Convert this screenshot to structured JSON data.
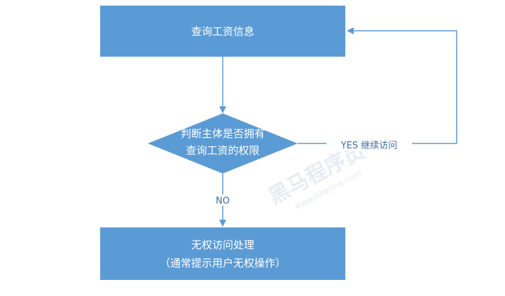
{
  "diagram": {
    "nodes": {
      "query": {
        "label": "查询工资信息"
      },
      "check": {
        "line1": "判断主体是否拥有",
        "line2": "查询工资的权限"
      },
      "deny": {
        "line1": "无权访问处理",
        "line2": "（通常提示用户无权操作）"
      }
    },
    "edges": {
      "yes": {
        "label": "YES 继续访问"
      },
      "no": {
        "label": "NO"
      }
    },
    "watermark": {
      "text": "黑马程序员",
      "sub": "www.itheima.com"
    },
    "colors": {
      "node_fill": "#5b9bd5",
      "arrow": "#5b9bd5",
      "label": "#3a6ea5"
    }
  }
}
